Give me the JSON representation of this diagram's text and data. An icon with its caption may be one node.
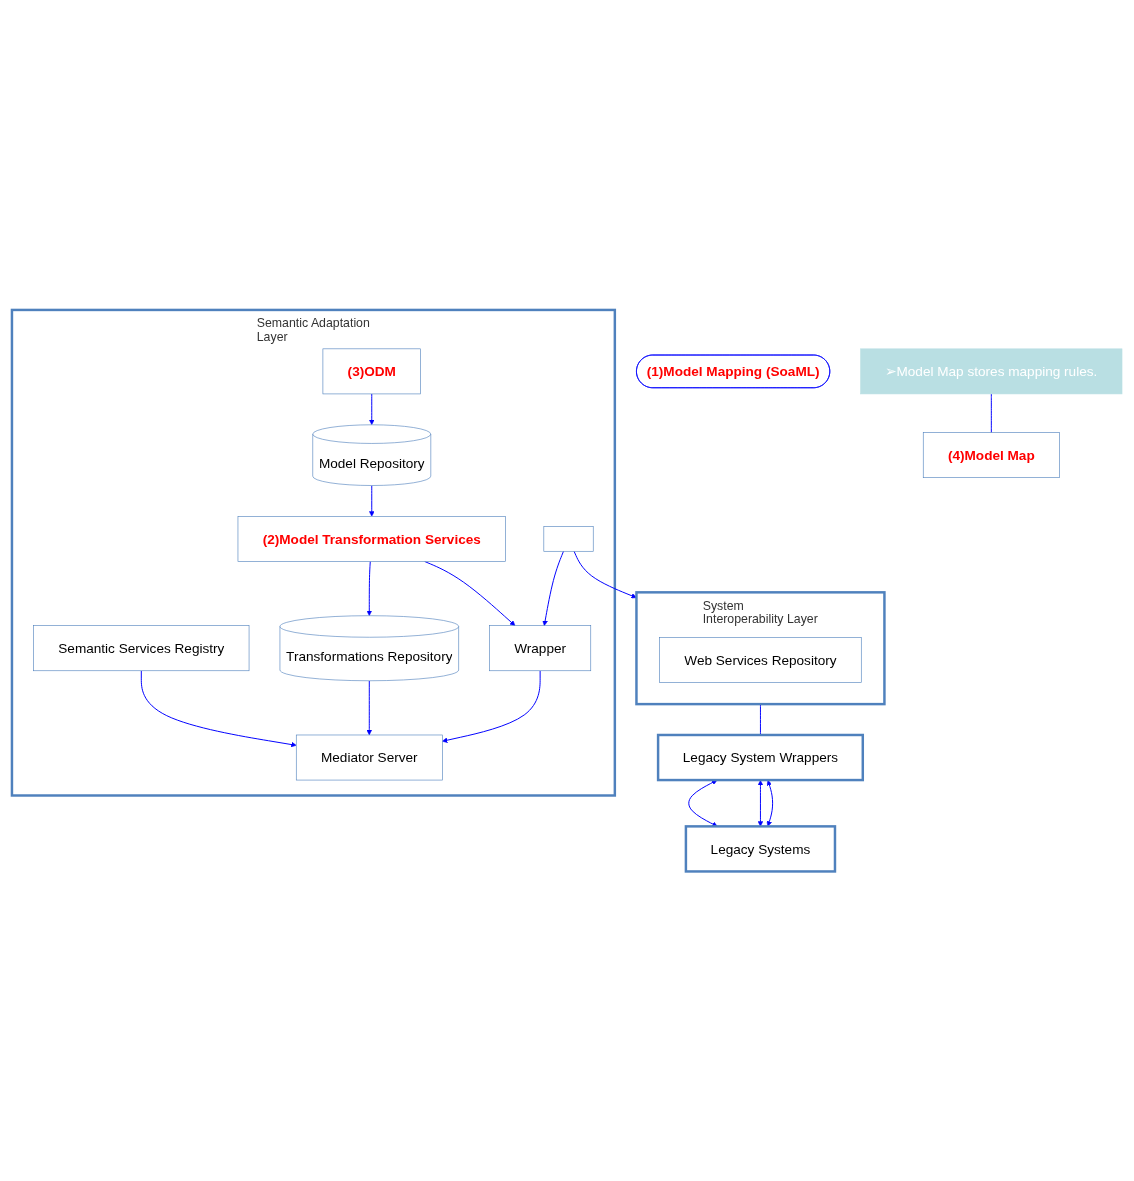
{
  "diagram": {
    "nodes": [
      {
        "text": [
          "Semantic Adaptation Layer"
        ]
      },
      {
        "text": [
          "Semantic Services Registry"
        ],
        "in": 0
      },
      {
        "text": [
          "Mediator Server"
        ],
        "in": 0
      },
      {
        "text": [
          "Transformations Repository"
        ],
        "in": 0
      },
      {
        "text": [
          "Wrapper"
        ],
        "in": 0
      },
      {
        "text": [
          "(2)Model Transformation Services"
        ],
        "in": 0
      },
      {
        "text": [],
        "shape": "box",
        "in": 0
      },
      {
        "text": [
          "(3)ODM"
        ],
        "in": 0
      },
      {
        "text": [
          "Model Repository"
        ],
        "in": 0
      },
      {
        "text": [
          "(1)Model Mapping (SoaML)"
        ]
      },
      {
        "text": [
          "(4)Model Map"
        ]
      },
      {
        "text": [
          "System Interoperability Layer"
        ]
      },
      {
        "text": [
          "Web Services Repository"
        ],
        "in": 11
      },
      {
        "text": [
          "➢Model Map stores mapping rules."
        ]
      },
      {
        "text": [
          "Legacy System Wrappers"
        ]
      },
      {
        "text": [
          "Legacy Systems"
        ]
      }
    ],
    "edges": [
      {
        "from": 1,
        "to": 2,
        "arrow": "to"
      },
      {
        "from": 3,
        "to": 2,
        "arrow": "to"
      },
      {
        "from": 4,
        "to": 2,
        "arrow": "to"
      },
      {
        "from": 5,
        "to": 4,
        "arrow": "to"
      },
      {
        "from": 5,
        "to": 3,
        "arrow": "to"
      },
      {
        "from": 8,
        "to": 5,
        "arrow": "to"
      },
      {
        "from": 7,
        "to": 8,
        "arrow": "to"
      },
      {
        "from": 6,
        "to": 4,
        "arrow": "to"
      },
      {
        "from": 6,
        "to": 11,
        "arrow": "to"
      },
      {
        "from": 13,
        "to": 10,
        "arrow": "none"
      },
      {
        "from": 11,
        "to": 14,
        "arrow": "none"
      },
      {
        "from": 14,
        "to": 15,
        "arrow": "both"
      },
      {
        "from": 14,
        "to": 15,
        "arrow": "both"
      },
      {
        "from": 14,
        "to": 15,
        "arrow": "both"
      }
    ]
  }
}
